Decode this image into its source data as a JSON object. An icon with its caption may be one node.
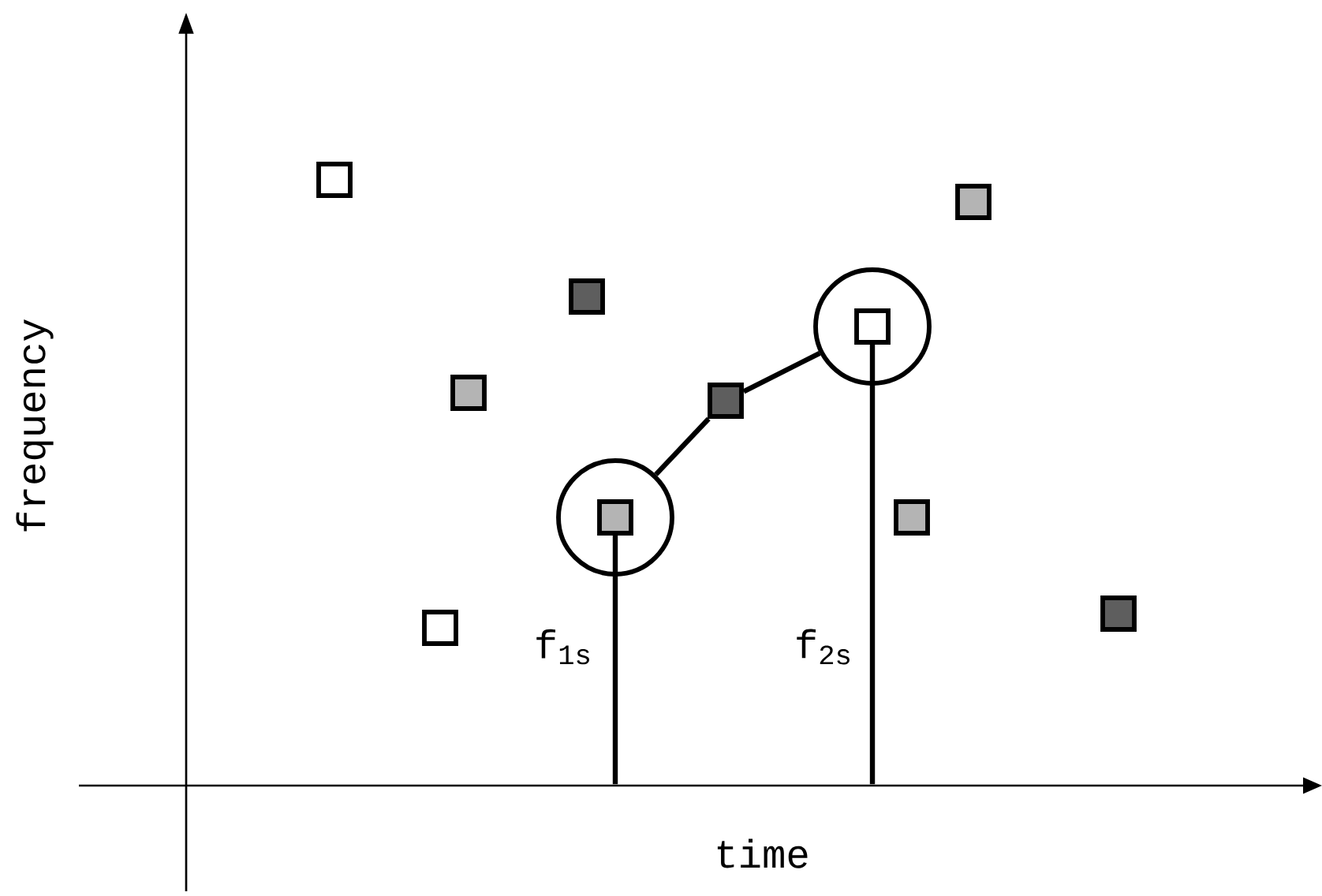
{
  "diagram": {
    "nodes": [
      {
        "text": [],
        "shape": "box"
      },
      {
        "text": [],
        "shape": "box"
      },
      {
        "text": [],
        "shape": "box"
      },
      {
        "text": [],
        "shape": "circle"
      },
      {
        "text": [],
        "shape": "box",
        "in": 3
      },
      {
        "text": [],
        "shape": "box"
      },
      {
        "text": [],
        "shape": "box"
      },
      {
        "text": [],
        "shape": "circle"
      },
      {
        "text": [],
        "shape": "box",
        "in": 7
      },
      {
        "text": [],
        "shape": "box"
      },
      {
        "text": [],
        "shape": "box"
      },
      {
        "text": [],
        "shape": "box"
      },
      {
        "text": [],
        "shape": "bar"
      }
    ],
    "edges": [
      {
        "from": 7,
        "to": 6,
        "arrow": "none"
      },
      {
        "from": 6,
        "to": 3,
        "arrow": "none"
      },
      {
        "from": 8,
        "to": 12,
        "arrow": "none"
      },
      {
        "from": 4,
        "to": 12,
        "arrow": "none"
      }
    ],
    "labels": [
      "frequency",
      "f$_{1s}$",
      "f$_{2s}$",
      "time"
    ]
  }
}
